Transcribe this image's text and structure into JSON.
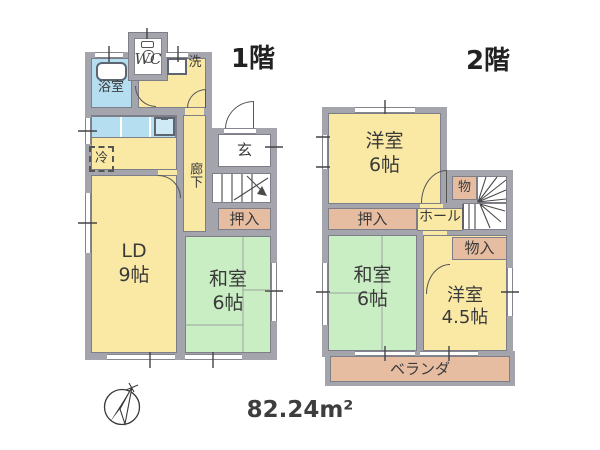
{
  "floor1": {
    "title": "1階",
    "labels": {
      "wc": "WC",
      "bath": "浴室",
      "wash": "洗",
      "fridge": "冷",
      "corridor": "廊下",
      "entrance": "玄",
      "closet": "押入",
      "living": "LD\n9帖",
      "tatami": "和室\n6帖"
    }
  },
  "floor2": {
    "title": "2階",
    "labels": {
      "western6": "洋室\n6帖",
      "storage_small": "物",
      "hall": "ホール",
      "closet": "押入",
      "storage": "物入",
      "tatami": "和室\n6帖",
      "western45": "洋室\n4.5帖",
      "veranda": "ベランダ"
    }
  },
  "footer": {
    "total_area": "82.24m²"
  },
  "colors": {
    "room_yellow": "#fae9a4",
    "room_green": "#c9eec4",
    "water_blue": "#b5def0",
    "closet_pink": "#e7bda2",
    "wall_gray": "#a3a4ac"
  }
}
